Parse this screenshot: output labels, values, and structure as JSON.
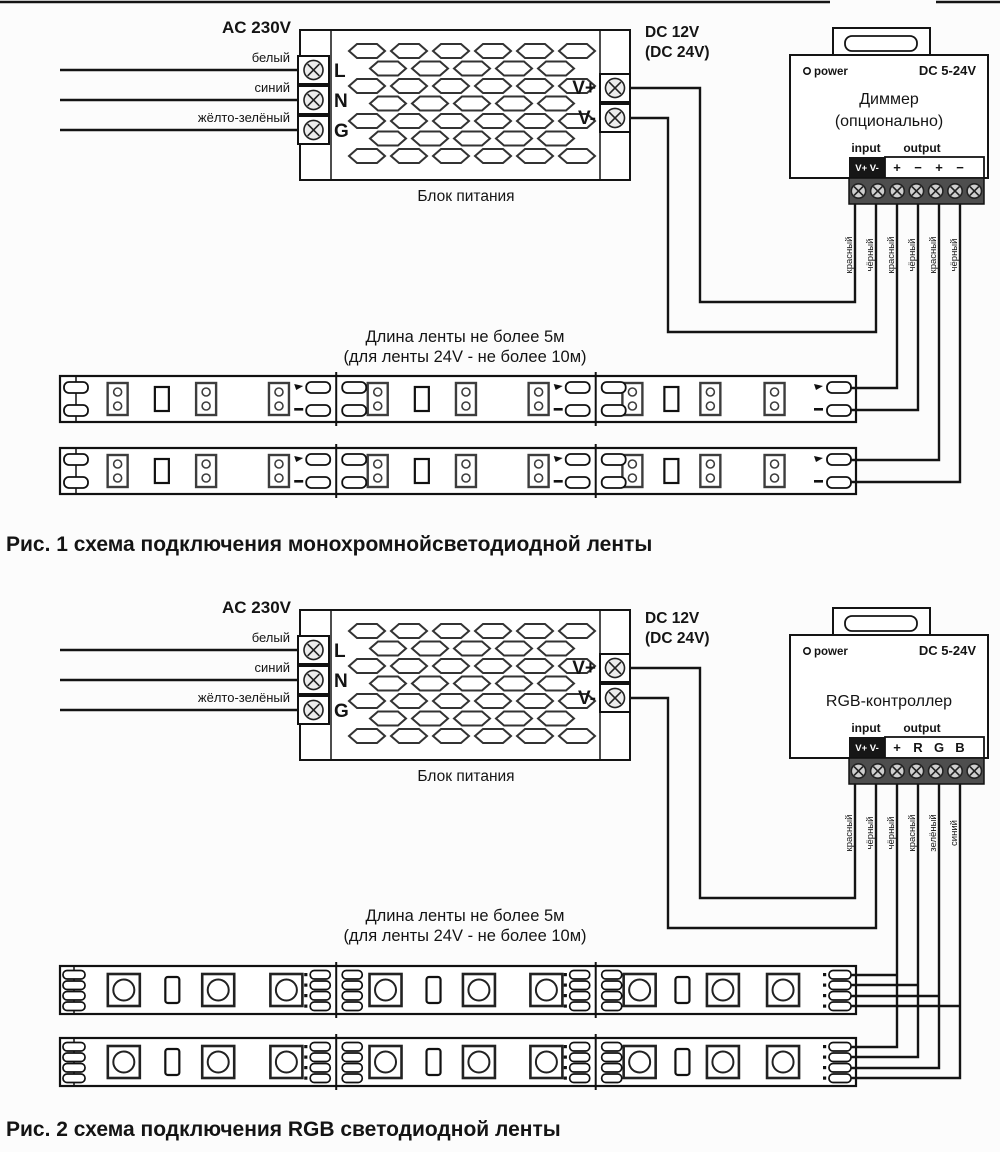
{
  "colors": {
    "ink": "#141414",
    "background": "#fcfcfc"
  },
  "fig1": {
    "ac_label": "AC 230V",
    "ac_wires": [
      "белый",
      "синий",
      "жёлто-зелёный"
    ],
    "psu": {
      "terminals_in": [
        "L",
        "N",
        "G"
      ],
      "terminals_out": [
        "V+",
        "V-"
      ],
      "caption": "Блок питания"
    },
    "dc_label": [
      "DC 12V",
      "(DC 24V)"
    ],
    "device": {
      "power_label": "power",
      "voltage": "DC 5-24V",
      "title": [
        "Диммер",
        "(опционально)"
      ],
      "input_label": "input",
      "output_label": "output",
      "input_terminals": "V+ V-",
      "output_terminals": [
        "+",
        "−",
        "+",
        "−"
      ],
      "wire_labels": [
        "красный",
        "чёрный",
        "красный",
        "чёрный",
        "красный",
        "чёрный"
      ]
    },
    "note": [
      "Длина ленты не более 5м",
      "(для ленты 24V - не более 10м)"
    ],
    "caption": "Рис. 1 схема подключения монохромнойсветодиодной ленты"
  },
  "fig2": {
    "ac_label": "AC 230V",
    "ac_wires": [
      "белый",
      "синий",
      "жёлто-зелёный"
    ],
    "psu": {
      "terminals_in": [
        "L",
        "N",
        "G"
      ],
      "terminals_out": [
        "V+",
        "V-"
      ],
      "caption": "Блок питания"
    },
    "dc_label": [
      "DC 12V",
      "(DC 24V)"
    ],
    "device": {
      "power_label": "power",
      "voltage": "DC 5-24V",
      "title": [
        "RGB-контроллер"
      ],
      "input_label": "input",
      "output_label": "output",
      "input_terminals": "V+ V-",
      "output_terminals": [
        "+",
        "R",
        "G",
        "B"
      ],
      "wire_labels": [
        "красный",
        "чёрный",
        "чёрный",
        "красный",
        "зелёный",
        "синий"
      ]
    },
    "note": [
      "Длина ленты не более 5м",
      "(для ленты 24V - не более 10м)"
    ],
    "caption": "Рис. 2 схема подключения RGB светодиодной ленты"
  }
}
